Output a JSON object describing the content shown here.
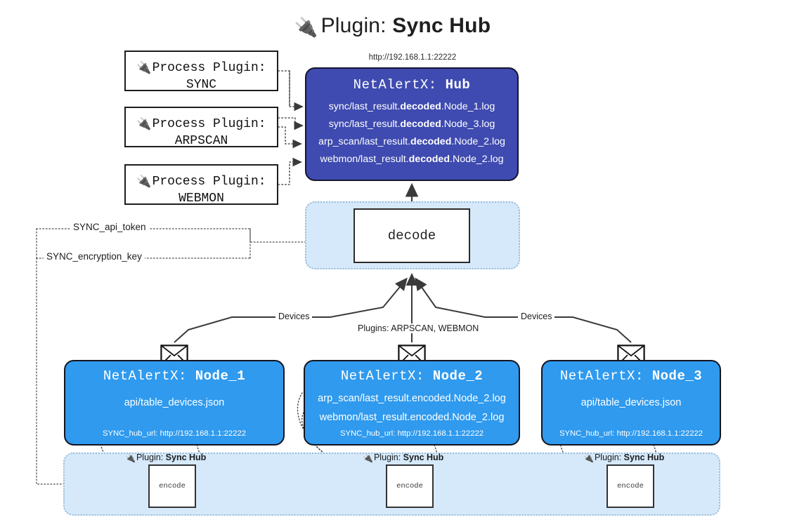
{
  "title": {
    "icon": "plug-icon",
    "glyph": "🔌",
    "prefix": "Plugin: ",
    "name": "Sync Hub"
  },
  "colors": {
    "hub_fill": "#3f4bb0",
    "node_fill": "#2f9aee",
    "container_fill": "#d6e9fa",
    "container_border": "#9bbdd8",
    "stroke": "#2b2b2b",
    "page_bg": "#ffffff"
  },
  "hub": {
    "url": "http://192.168.1.1:22222",
    "title_prefix": "NetAlertX: ",
    "title_name": "Hub",
    "logs": [
      {
        "pre": "sync/last_result.",
        "bold": "decoded",
        "post": ".Node_1.log"
      },
      {
        "pre": "sync/last_result.",
        "bold": "decoded",
        "post": ".Node_3.log"
      },
      {
        "pre": "arp_scan/last_result.",
        "bold": "decoded",
        "post": ".Node_2.log"
      },
      {
        "pre": "webmon/last_result.",
        "bold": "decoded",
        "post": ".Node_2.log"
      }
    ]
  },
  "process_plugins": [
    {
      "icon": "plug-icon",
      "glyph": "🔌",
      "line1": "Process Plugin:",
      "line2": "SYNC"
    },
    {
      "icon": "plug-icon",
      "glyph": "🔌",
      "line1": "Process Plugin:",
      "line2": "ARPSCAN"
    },
    {
      "icon": "plug-icon",
      "glyph": "🔌",
      "line1": "Process Plugin:",
      "line2": "WEBMON"
    }
  ],
  "decode": {
    "label": "decode"
  },
  "tokens": [
    {
      "label": "SYNC_api_token"
    },
    {
      "label": "SYNC_encryption_key"
    }
  ],
  "edge_labels": {
    "devices_left": "Devices",
    "devices_right": "Devices",
    "plugins_center": "Plugins: ARPSCAN, WEBMON"
  },
  "nodes": [
    {
      "title_prefix": "NetAlertX: ",
      "title_name": "Node_1",
      "lines": [
        "api/table_devices.json"
      ],
      "hub_url_label": "SYNC_hub_url: http://192.168.1.1:22222",
      "envelope_icon": "envelope-icon"
    },
    {
      "title_prefix": "NetAlertX: ",
      "title_name": "Node_2",
      "lines": [
        "arp_scan/last_result.encoded.Node_2.log",
        "webmon/last_result.encoded.Node_2.log"
      ],
      "hub_url_label": "SYNC_hub_url: http://192.168.1.1:22222",
      "envelope_icon": "envelope-icon"
    },
    {
      "title_prefix": "NetAlertX: ",
      "title_name": "Node_3",
      "lines": [
        "api/table_devices.json"
      ],
      "hub_url_label": "SYNC_hub_url: http://192.168.1.1:22222",
      "envelope_icon": "envelope-icon"
    }
  ],
  "encoders": [
    {
      "caption_prefix": "Plugin: ",
      "caption_name": "Sync Hub",
      "glyph": "🔌",
      "label": "encode"
    },
    {
      "caption_prefix": "Plugin: ",
      "caption_name": "Sync Hub",
      "glyph": "🔌",
      "label": "encode"
    },
    {
      "caption_prefix": "Plugin: ",
      "caption_name": "Sync Hub",
      "glyph": "🔌",
      "label": "encode"
    }
  ]
}
